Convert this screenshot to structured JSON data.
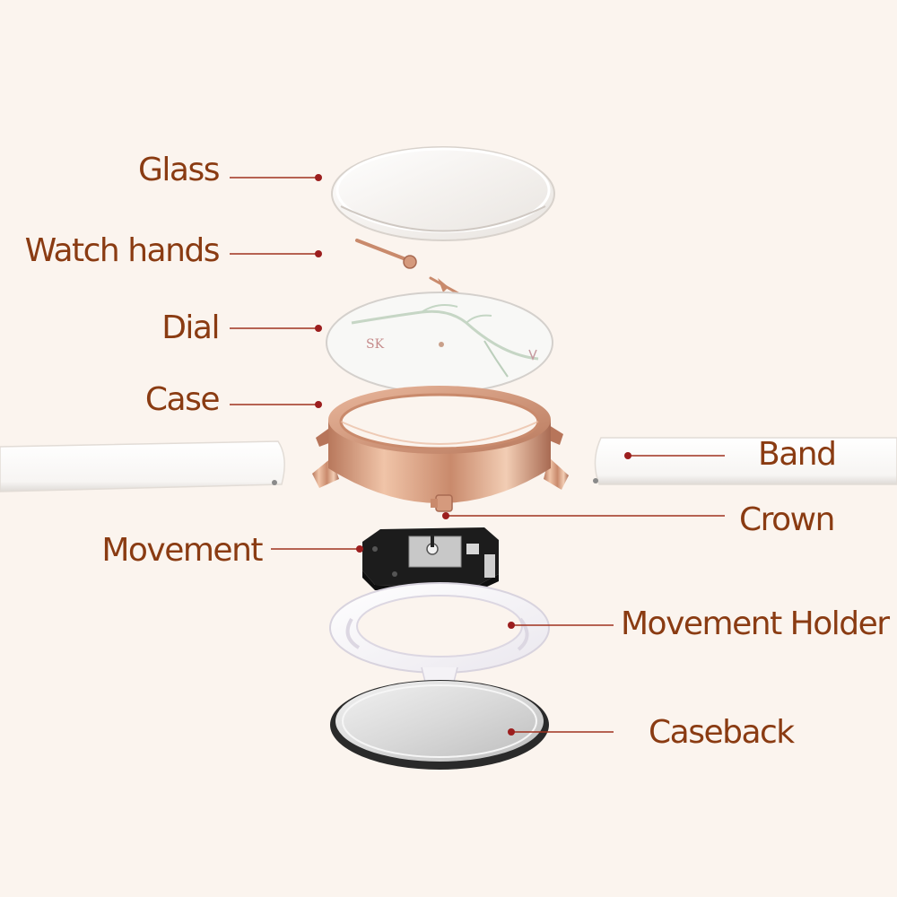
{
  "colors": {
    "background": "#fbf4ee",
    "label_text": "#8a3b12",
    "leader_line": "#a0311e",
    "leader_dot": "#9c1e1e",
    "rose_gold": "#d59a7d",
    "rose_gold_dark": "#a86a52",
    "band_white": "#ffffff",
    "movement_black": "#1c1c1c",
    "caseback_steel": "#d6d6d6"
  },
  "components": {
    "glass": {
      "label": "Glass",
      "icon": "glass-crystal-icon"
    },
    "watch_hands": {
      "label": "Watch hands",
      "icon": "watch-hands-icon"
    },
    "dial": {
      "label": "Dial",
      "icon": "marble-dial-icon",
      "logo_text": "SK"
    },
    "case": {
      "label": "Case",
      "icon": "watch-case-icon"
    },
    "band": {
      "label": "Band",
      "icon": "leather-band-icon"
    },
    "crown": {
      "label": "Crown",
      "icon": "crown-icon"
    },
    "movement": {
      "label": "Movement",
      "icon": "quartz-movement-icon"
    },
    "movement_holder": {
      "label": "Movement Holder",
      "icon": "movement-holder-icon"
    },
    "caseback": {
      "label": "Caseback",
      "icon": "caseback-icon"
    }
  }
}
